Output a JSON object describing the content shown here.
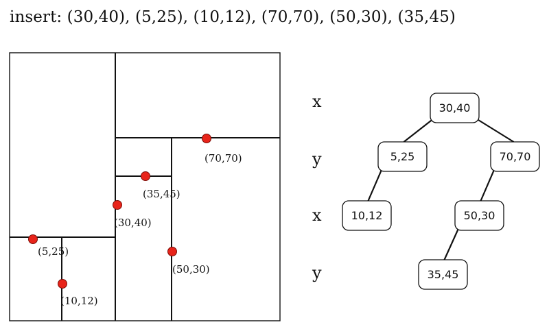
{
  "title": "insert: (30,40), (5,25), (10,12), (70,70), (50,30), (35,45)",
  "points": [
    {
      "x": 30,
      "y": 40,
      "label": "(30,40)"
    },
    {
      "x": 5,
      "y": 25,
      "label": "(5,25)"
    },
    {
      "x": 10,
      "y": 12,
      "label": "(10,12)"
    },
    {
      "x": 70,
      "y": 70,
      "label": "(70,70)"
    },
    {
      "x": 50,
      "y": 30,
      "label": "(50,30)"
    },
    {
      "x": 35,
      "y": 45,
      "label": "(35,45)"
    }
  ],
  "levels": [
    "x",
    "y",
    "x",
    "y"
  ],
  "tree": {
    "nodes": [
      {
        "id": "n3040",
        "label": "30,40"
      },
      {
        "id": "n525",
        "label": "5,25"
      },
      {
        "id": "n7070",
        "label": "70,70"
      },
      {
        "id": "n1012",
        "label": "10,12"
      },
      {
        "id": "n5030",
        "label": "50,30"
      },
      {
        "id": "n3545",
        "label": "35,45"
      }
    ],
    "edges": [
      [
        "n3040",
        "n525"
      ],
      [
        "n3040",
        "n7070"
      ],
      [
        "n525",
        "n1012"
      ],
      [
        "n7070",
        "n5030"
      ],
      [
        "n5030",
        "n3545"
      ]
    ]
  },
  "colors": {
    "point_fill": "#e8241a",
    "point_stroke": "#7a0e08",
    "line": "#111111"
  }
}
